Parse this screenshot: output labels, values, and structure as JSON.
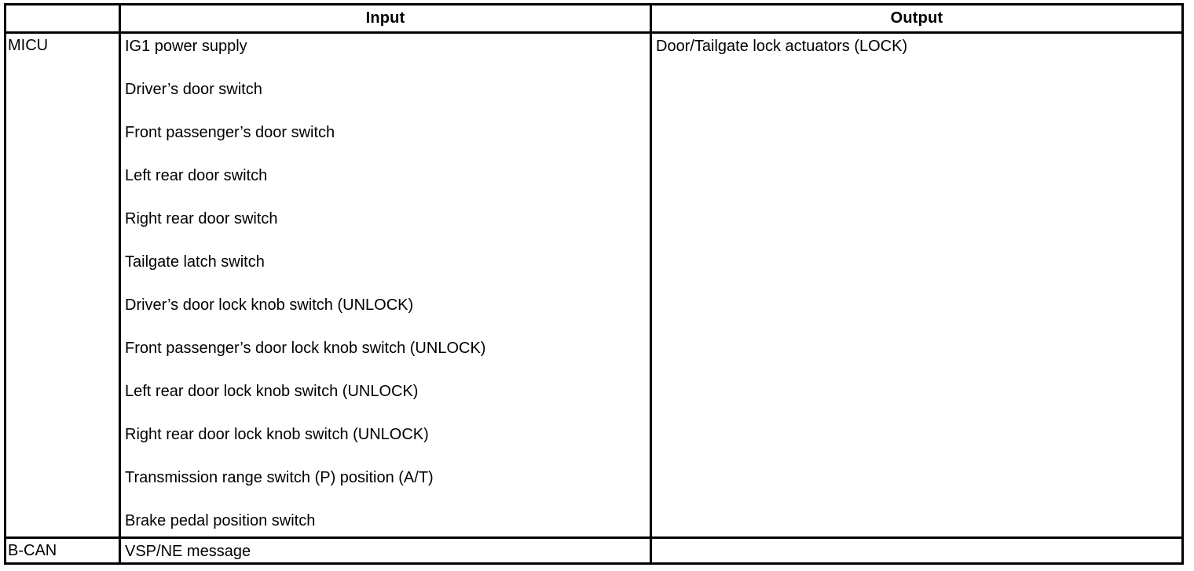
{
  "table": {
    "columns": [
      {
        "key": "module",
        "label": ""
      },
      {
        "key": "input",
        "label": "Input"
      },
      {
        "key": "output",
        "label": "Output"
      }
    ],
    "headers": {
      "module": "",
      "input": "Input",
      "output": "Output"
    },
    "rows": [
      {
        "module": "MICU",
        "input": [
          "IG1 power supply",
          "Driver’s door switch",
          "Front passenger’s door switch",
          "Left rear door switch",
          "Right rear door switch",
          "Tailgate latch switch",
          "Driver’s door lock knob switch (UNLOCK)",
          "Front passenger’s door lock knob switch (UNLOCK)",
          "Left rear door lock knob switch (UNLOCK)",
          "Right rear door lock knob switch (UNLOCK)",
          "Transmission range switch (P) position (A/T)",
          "Brake pedal position switch"
        ],
        "output": [
          "Door/Tailgate lock actuators (LOCK)"
        ]
      },
      {
        "module": "B-CAN",
        "input": [
          "VSP/NE message"
        ],
        "output": []
      }
    ]
  },
  "style": {
    "border_color": "#000000",
    "text_color": "#000000",
    "background": "#ffffff"
  }
}
